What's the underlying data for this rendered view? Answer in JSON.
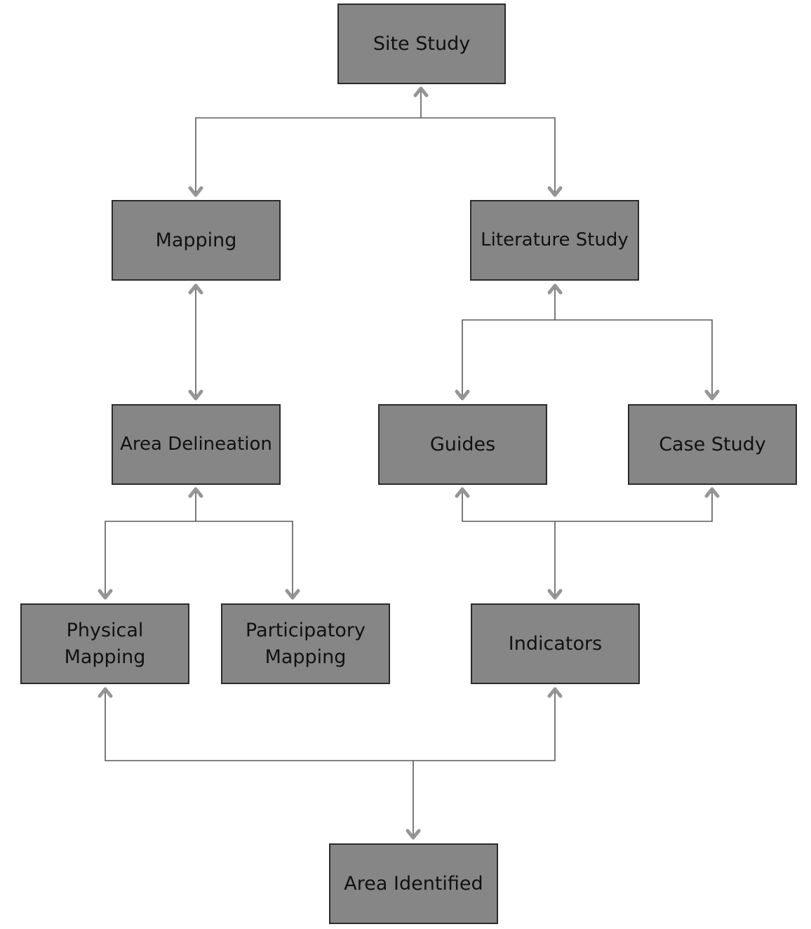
{
  "nodes": {
    "site_study": "Site Study",
    "mapping": "Mapping",
    "literature_study": "Literature Study",
    "area_delineation": "Area Delineation",
    "guides": "Guides",
    "case_study": "Case Study",
    "physical_mapping": "Physical\nMapping",
    "participatory_mapping": "Participatory\nMapping",
    "indicators": "Indicators",
    "area_identified": "Area Identified"
  },
  "colors": {
    "box_fill": "#868686",
    "box_border": "#2b2b2b",
    "connector": "#5a5a5a",
    "arrowhead": "#959595",
    "text": "#111111"
  }
}
